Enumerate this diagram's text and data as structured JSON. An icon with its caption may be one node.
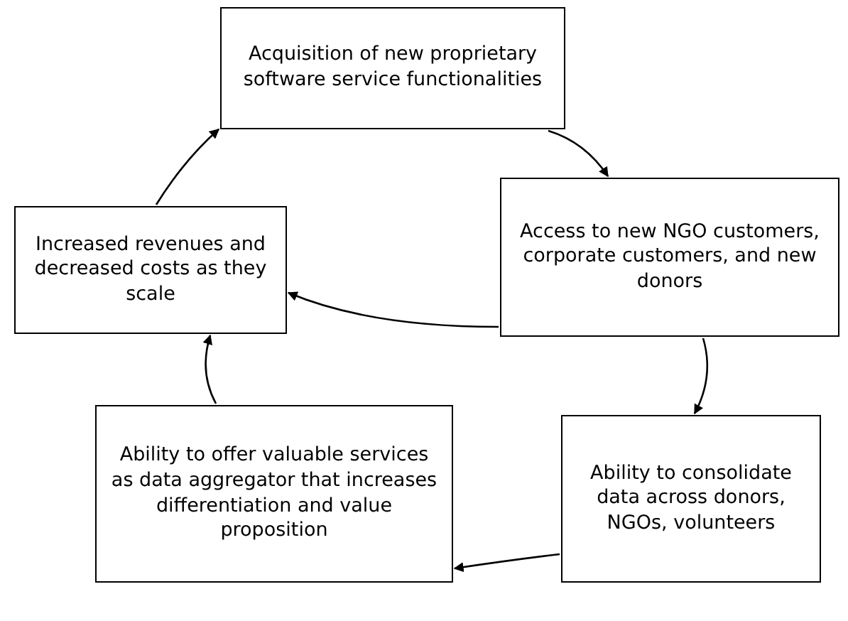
{
  "diagram": {
    "nodes": [
      {
        "text": [
          "Acquisition of new proprietary software service functionalities"
        ]
      },
      {
        "text": [
          "Access to new NGO customers, corporate customers, and new donors"
        ]
      },
      {
        "text": [
          "Ability to consolidate data across donors, NGOs, volunteers"
        ]
      },
      {
        "text": [
          "Ability to offer valuable services as data aggregator that increases differentiation and value proposition"
        ]
      },
      {
        "text": [
          "Increased revenues and decreased costs as they scale"
        ]
      }
    ],
    "edges": [
      {
        "from": 0,
        "to": 1,
        "arrow": "to"
      },
      {
        "from": 1,
        "to": 2,
        "arrow": "to"
      },
      {
        "from": 2,
        "to": 3,
        "arrow": "to"
      },
      {
        "from": 3,
        "to": 4,
        "arrow": "to"
      },
      {
        "from": 4,
        "to": 0,
        "arrow": "to"
      },
      {
        "from": 1,
        "to": 4,
        "arrow": "to"
      }
    ]
  }
}
